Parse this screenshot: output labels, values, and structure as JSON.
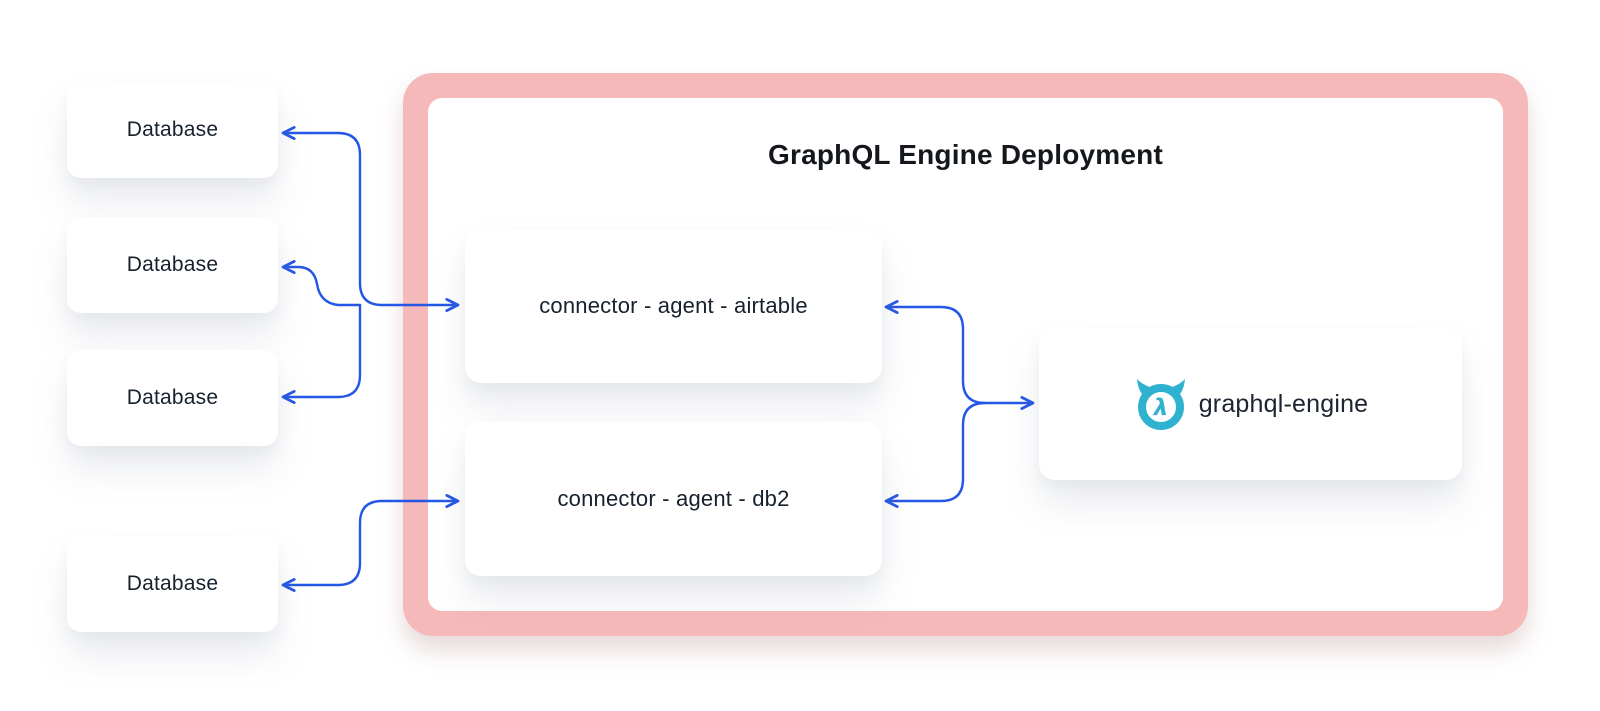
{
  "databases": [
    {
      "label": "Database"
    },
    {
      "label": "Database"
    },
    {
      "label": "Database"
    },
    {
      "label": "Database"
    }
  ],
  "deployment": {
    "title": "GraphQL Engine Deployment"
  },
  "connectors": [
    {
      "label": "connector - agent - airtable"
    },
    {
      "label": "connector - agent - db2"
    }
  ],
  "engine": {
    "label": "graphql-engine",
    "logo_icon": "hasura-logo"
  },
  "colors": {
    "arrow_blue": "#2457e5",
    "frame_pink": "#f6b9b9",
    "hasura_cyan": "#2eb2cf",
    "label_dark": "#17212e"
  }
}
